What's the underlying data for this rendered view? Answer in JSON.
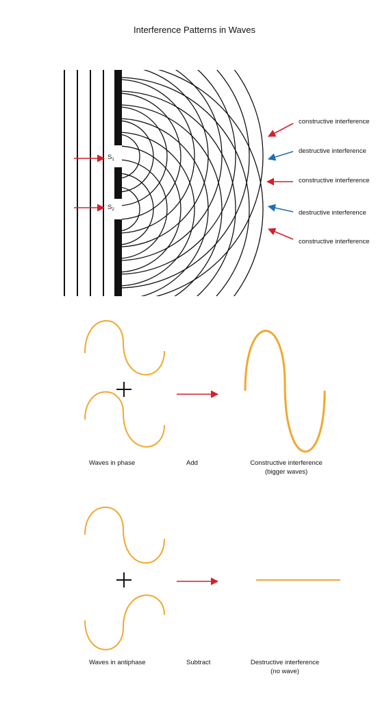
{
  "title": "Interference Patterns in Waves",
  "slits": {
    "s1": "S",
    "s1_sub": "1",
    "s2": "S",
    "s2_sub": "2"
  },
  "interference_labels": [
    {
      "text": "constructive interference",
      "kind": "constructive"
    },
    {
      "text": "destructive interference",
      "kind": "destructive"
    },
    {
      "text": "constructive interference",
      "kind": "constructive"
    },
    {
      "text": "destructive interference",
      "kind": "destructive"
    },
    {
      "text": "constructive interference",
      "kind": "constructive"
    }
  ],
  "in_phase": {
    "left_caption": "Waves in phase",
    "operation": "Add",
    "result_line1": "Constructive interference",
    "result_line2": "(bigger waves)"
  },
  "antiphase": {
    "left_caption": "Waves in antiphase",
    "operation": "Subtract",
    "result_line1": "Destructive interference",
    "result_line2": "(no wave)"
  },
  "colors": {
    "wave": "#f0a830",
    "constructive_arrow": "#d4202a",
    "destructive_arrow": "#1f6fb2",
    "ink": "#111111"
  }
}
